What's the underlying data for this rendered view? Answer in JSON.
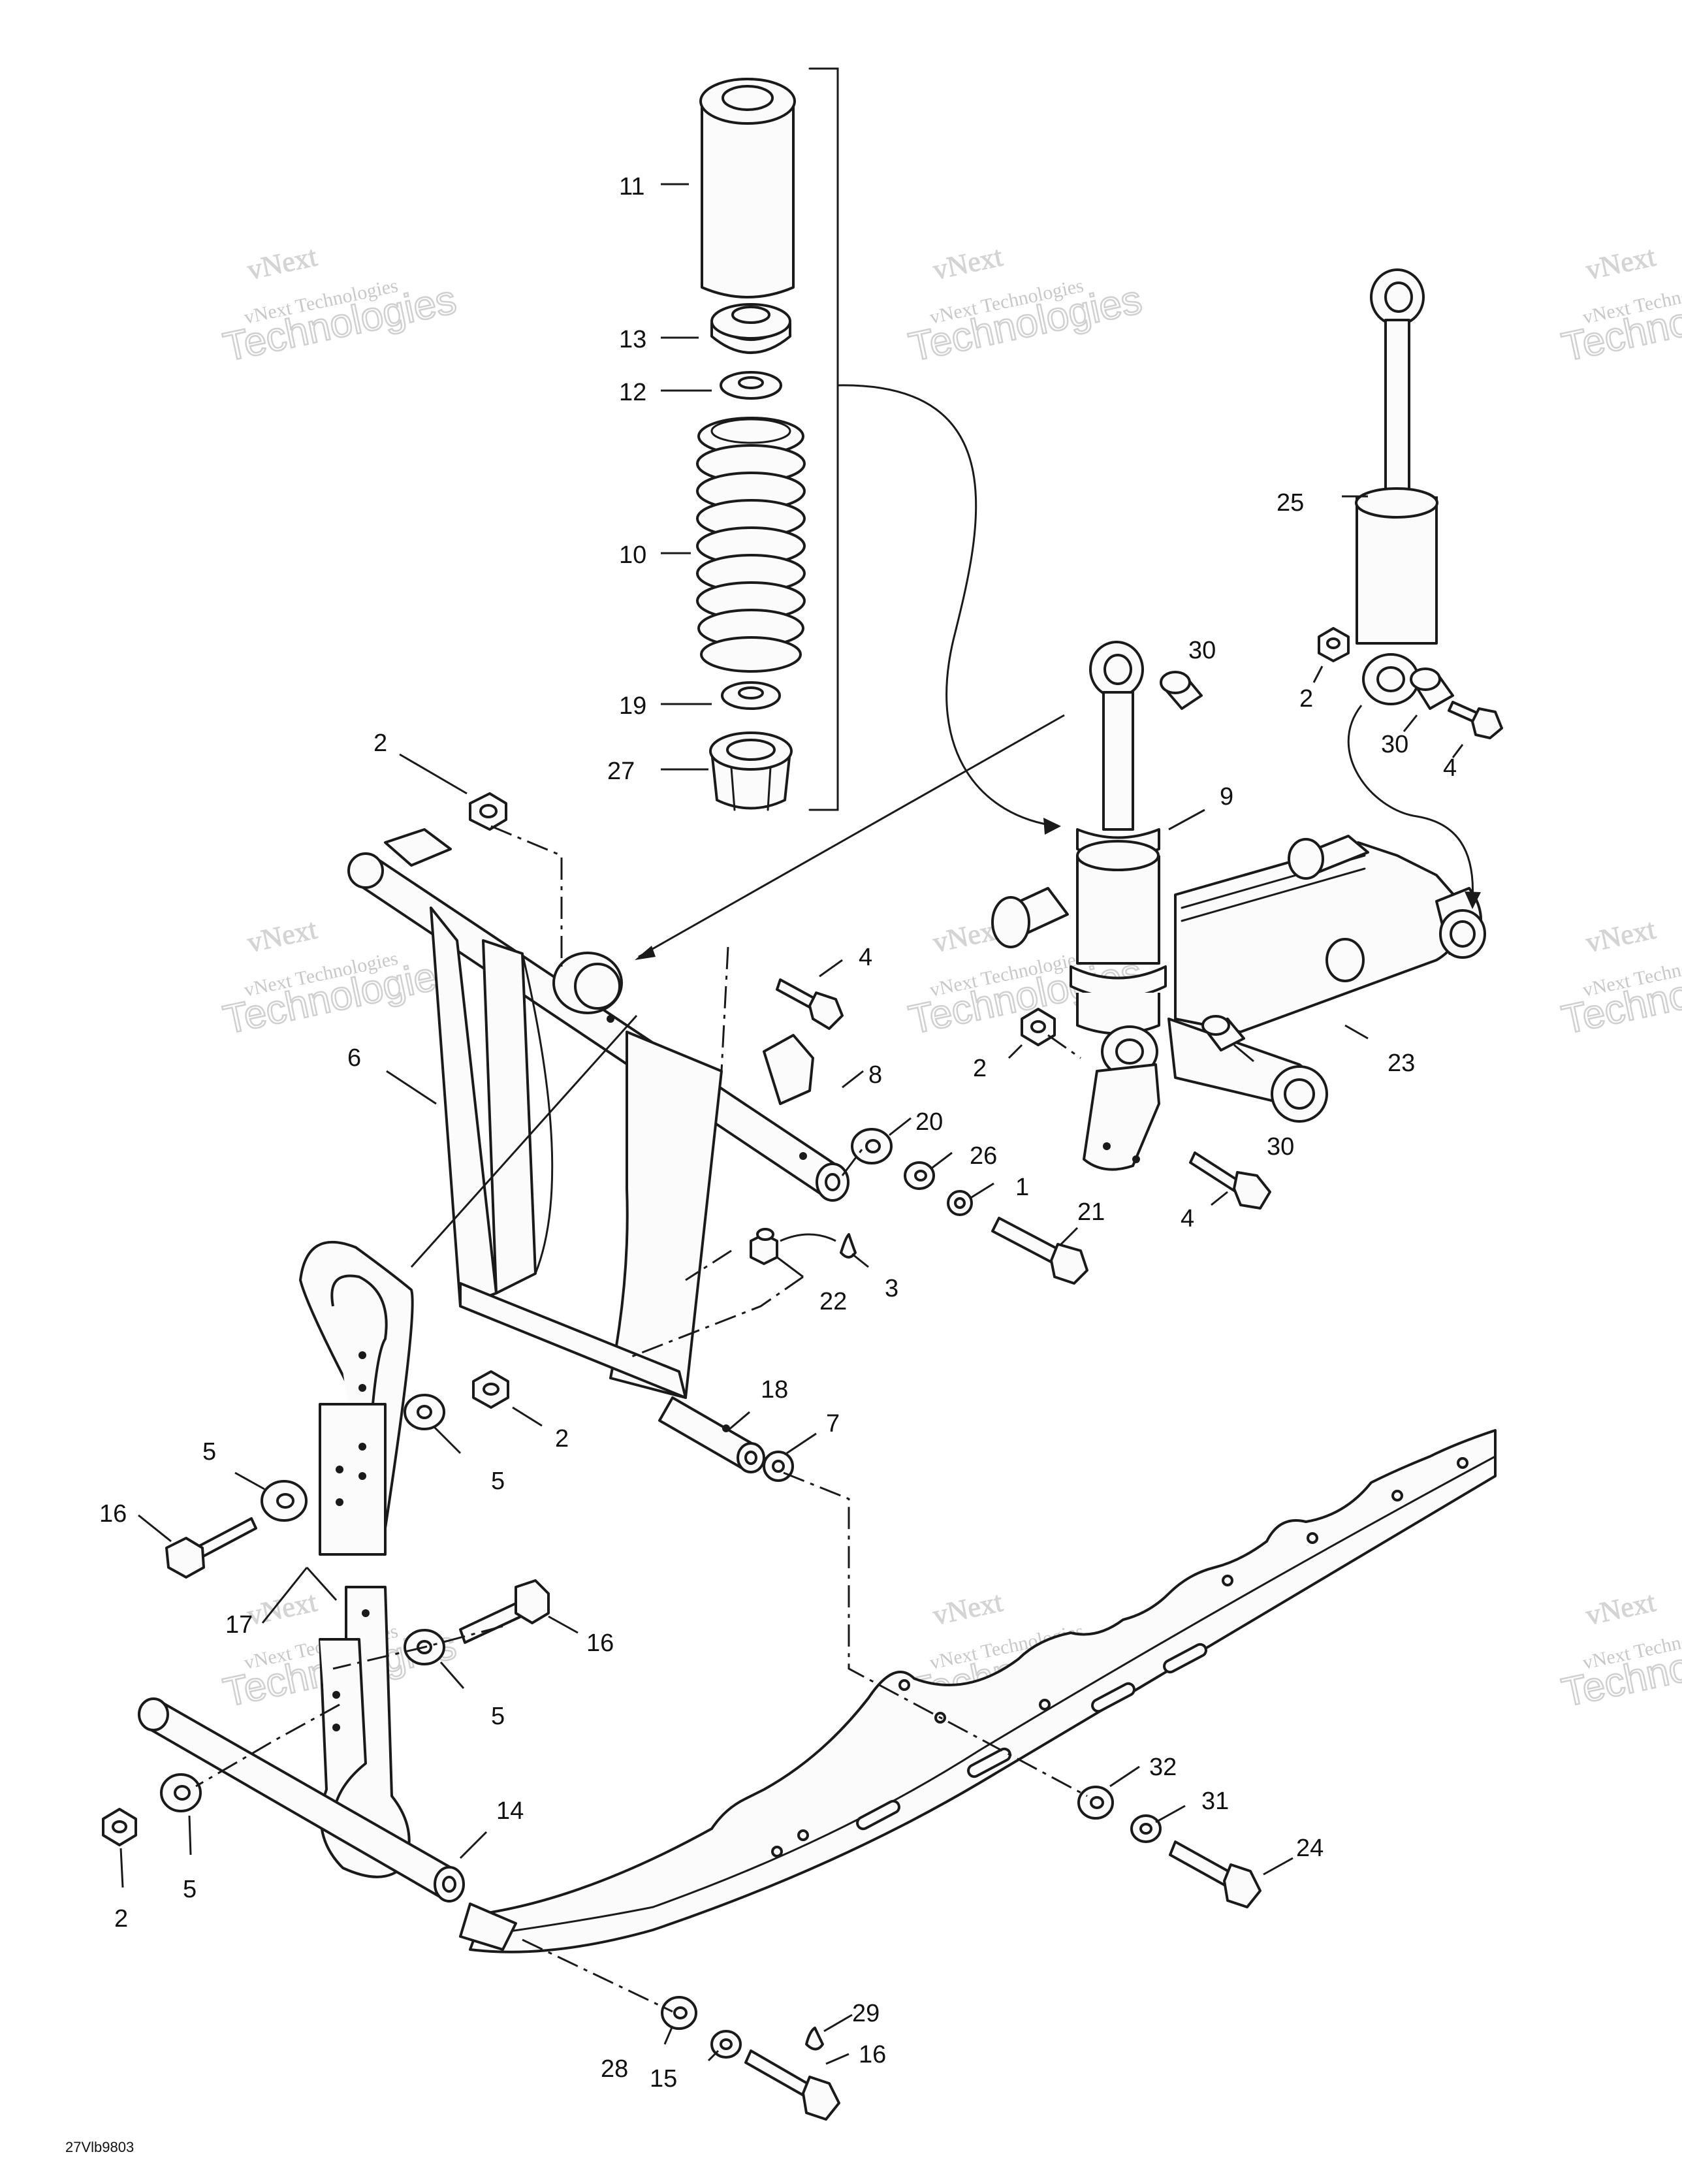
{
  "figure": {
    "drawing_code": "27Vlb9803",
    "watermark": {
      "line1": "vNext",
      "line2": "vNext Technologies",
      "line3": "Technologies"
    },
    "callouts": {
      "c11": "11",
      "c13": "13",
      "c12": "12",
      "c10": "10",
      "c19": "19",
      "c27": "27",
      "c2a": "2",
      "c6": "6",
      "c4a": "4",
      "c8": "8",
      "c20": "20",
      "c26": "26",
      "c1": "1",
      "c21": "21",
      "c3": "3",
      "c22": "22",
      "c18": "18",
      "c7": "7",
      "c2b": "2",
      "c5a": "5",
      "c5b": "5",
      "c16a": "16",
      "c17": "17",
      "c16b": "16",
      "c5c": "5",
      "c14": "14",
      "c5d": "5",
      "c2c": "2",
      "c30a": "30",
      "c9": "9",
      "c25": "25",
      "c2d": "2",
      "c30b": "30",
      "c4b": "4",
      "c23": "23",
      "c2e": "2",
      "c30c": "30",
      "c4c": "4",
      "c32": "32",
      "c31": "31",
      "c24": "24",
      "c29": "29",
      "c28": "28",
      "c15": "15",
      "c16c": "16"
    }
  }
}
